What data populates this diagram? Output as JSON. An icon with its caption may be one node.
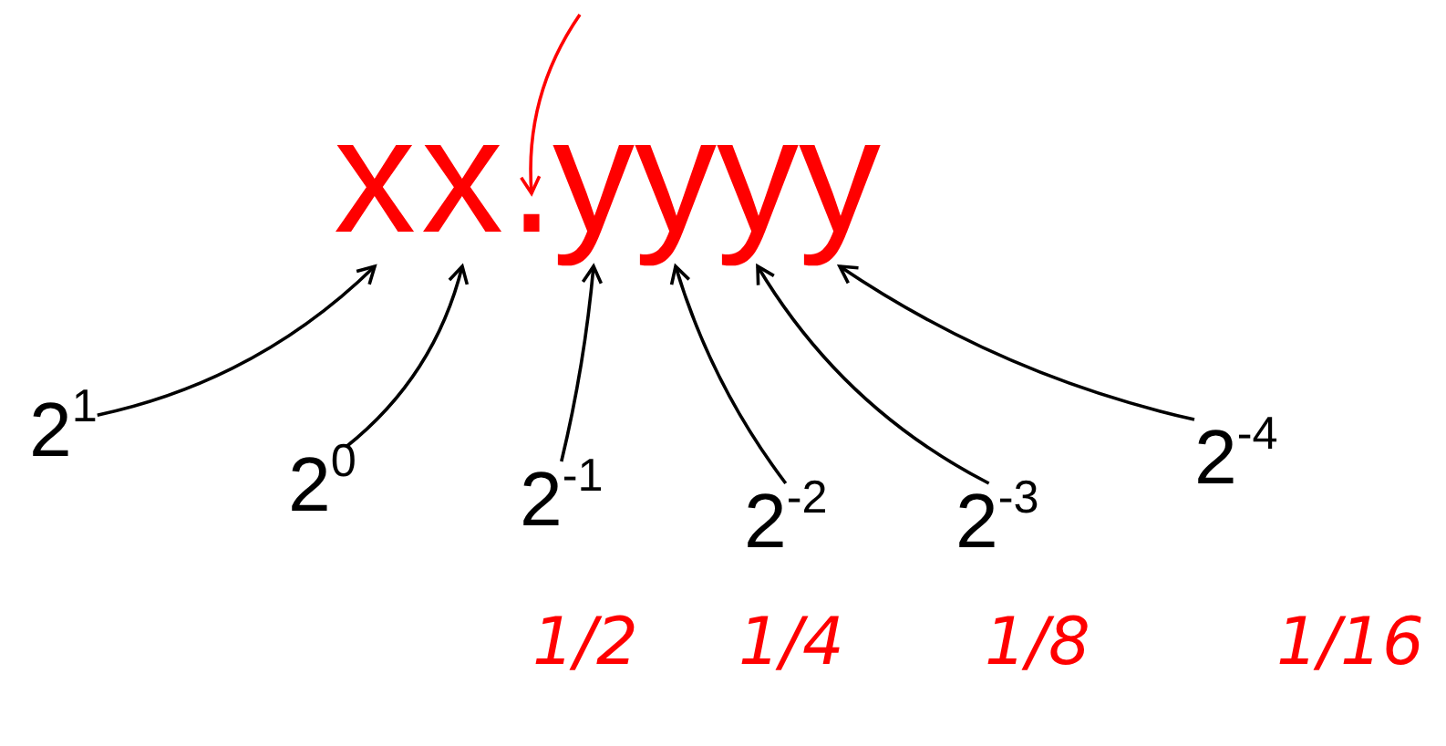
{
  "diagram": {
    "nodes": [
      {
        "text": [
          "x"
        ]
      },
      {
        "text": [
          "x"
        ]
      },
      {
        "text": [
          "."
        ]
      },
      {
        "text": [
          "y"
        ]
      },
      {
        "text": [
          "y"
        ]
      },
      {
        "text": [
          "y"
        ]
      },
      {
        "text": [
          "y"
        ]
      },
      {
        "text": [
          "2$^{1}$"
        ]
      },
      {
        "text": [
          "2$^{0}$"
        ]
      },
      {
        "text": [
          "2$^{-1}$"
        ]
      },
      {
        "text": [
          "2$^{-2}$"
        ]
      },
      {
        "text": [
          "2$^{-3}$"
        ]
      },
      {
        "text": [
          "2$^{-4}$"
        ]
      }
    ],
    "edges": [
      {
        "from": null,
        "to": 2,
        "arrow": "to",
        "color": "#ff0000"
      },
      {
        "from": 7,
        "to": 0,
        "arrow": "to"
      },
      {
        "from": 8,
        "to": 1,
        "arrow": "to"
      },
      {
        "from": 9,
        "to": 3,
        "arrow": "to"
      },
      {
        "from": 10,
        "to": 4,
        "arrow": "to"
      },
      {
        "from": 11,
        "to": 5,
        "arrow": "to"
      },
      {
        "from": 12,
        "to": 6,
        "arrow": "to"
      }
    ],
    "labels": [
      "1/2",
      "1/4",
      "1/8",
      "1/16"
    ]
  }
}
